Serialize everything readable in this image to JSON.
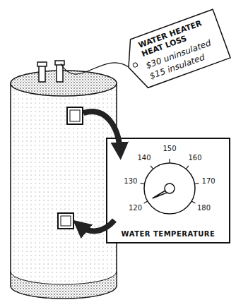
{
  "diagram": {
    "nodes": [
      {
        "text": [
          "WATER HEATER HEAT LOSS",
          "$30 uninsulated",
          "$15 insulated"
        ]
      },
      {
        "text": [
          "WATER TEMPERATURE"
        ]
      }
    ],
    "labels": [
      "140",
      "150",
      "160",
      "130",
      "170",
      "120",
      "180"
    ]
  }
}
